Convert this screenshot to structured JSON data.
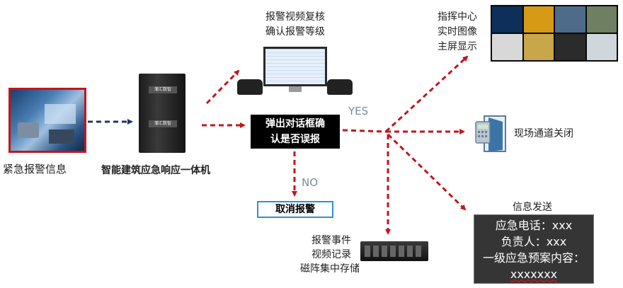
{
  "left_caption": "紧急报警信息",
  "center_caption": "智能建筑应急响应一体机",
  "cabinet_labels": [
    "蒲汇数智",
    "蒲汇数智"
  ],
  "review_caption_line1": "报警视频复核",
  "review_caption_line2": "确认报警等级",
  "dialog_line1": "弹出对话框确",
  "dialog_line2": "认是否误报",
  "yes_label": "YES",
  "no_label": "NO",
  "cancel_label": "取消报警",
  "command_line1": "指挥中心",
  "command_line2": "实时图像",
  "command_line3": "主屏显示",
  "door_caption": "现场通道关闭",
  "info_caption": "信息发送",
  "info_line1": "应急电话：xxx",
  "info_line2": "负责人：xxx",
  "info_line3": "一级应急预案内容：",
  "info_line4": "xxxxxxx",
  "storage_line1": "报警事件",
  "storage_line2": "视频记录",
  "storage_line3": "磁阵集中存储",
  "colors": {
    "red_arrow": "#c0161c",
    "navy_arrow": "#1f3864",
    "cancel_border": "#2f8fd6"
  }
}
